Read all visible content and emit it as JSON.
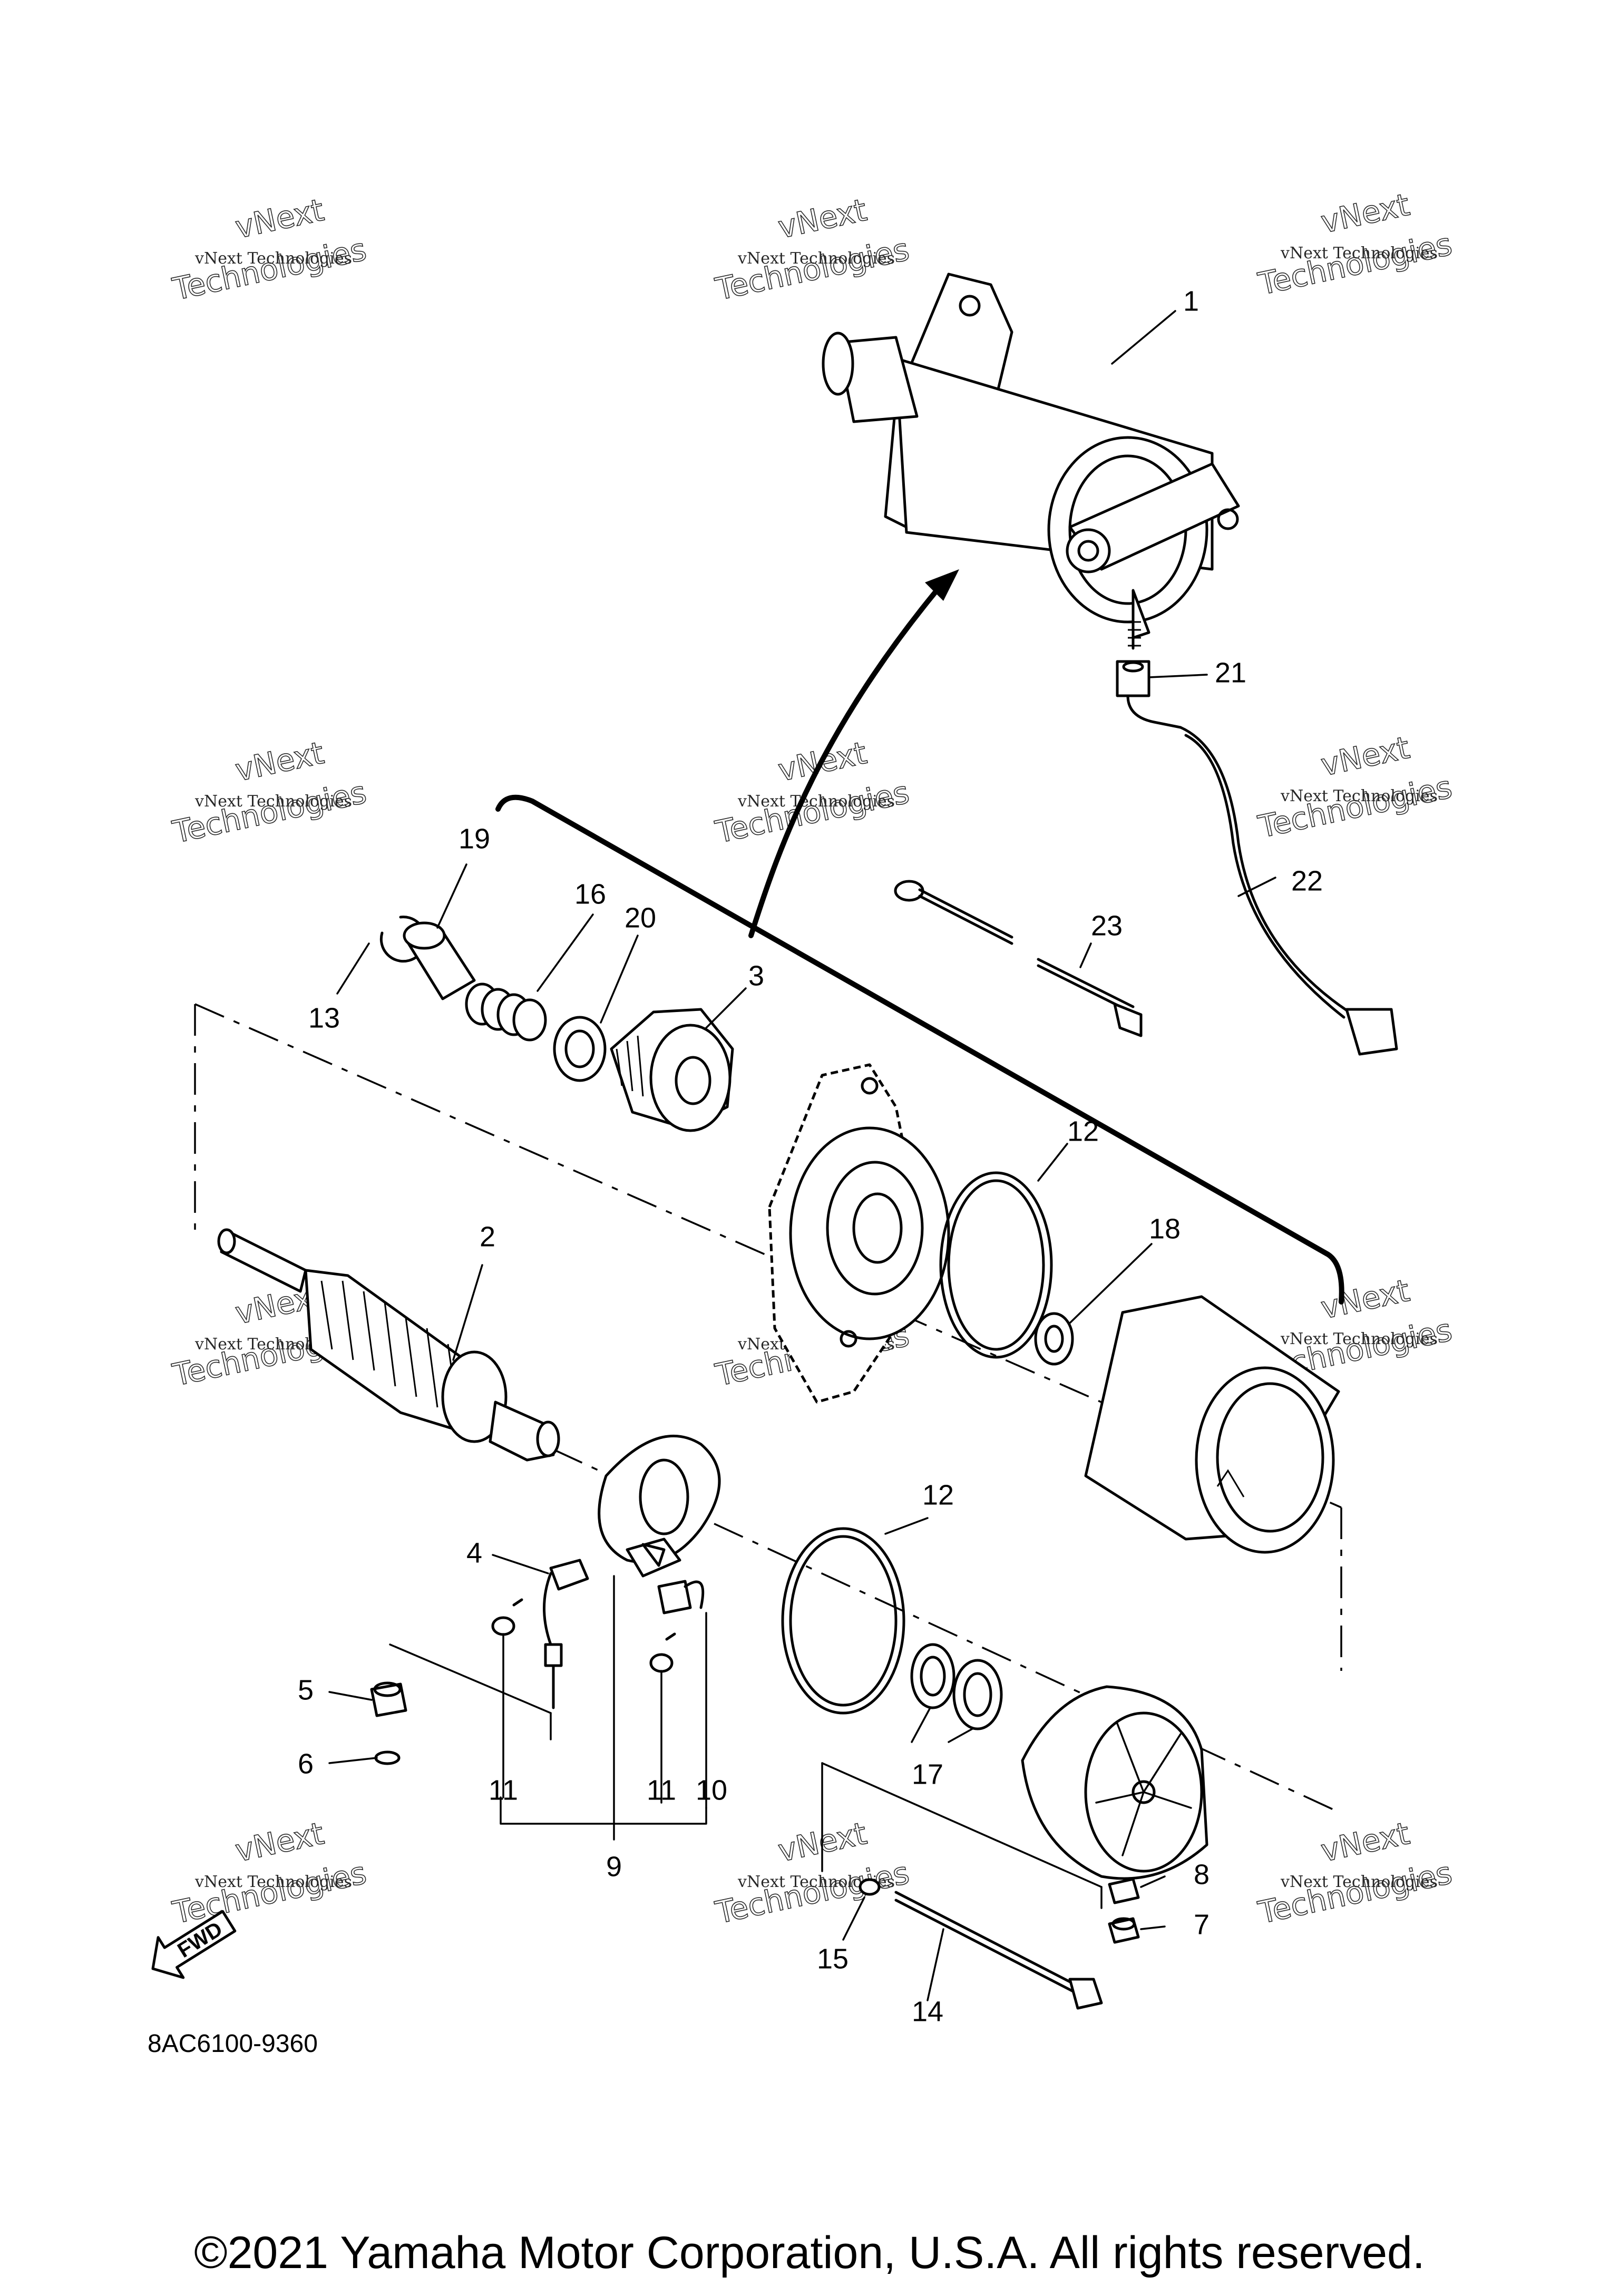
{
  "diagram": {
    "callouts": [
      {
        "id": "n1",
        "text": "1"
      },
      {
        "id": "n2",
        "text": "2"
      },
      {
        "id": "n3",
        "text": "3"
      },
      {
        "id": "n4",
        "text": "4"
      },
      {
        "id": "n5",
        "text": "5"
      },
      {
        "id": "n6",
        "text": "6"
      },
      {
        "id": "n7",
        "text": "7"
      },
      {
        "id": "n8",
        "text": "8"
      },
      {
        "id": "n9",
        "text": "9"
      },
      {
        "id": "n10",
        "text": "10"
      },
      {
        "id": "n11a",
        "text": "11"
      },
      {
        "id": "n11b",
        "text": "11"
      },
      {
        "id": "n12a",
        "text": "12"
      },
      {
        "id": "n12b",
        "text": "12"
      },
      {
        "id": "n13",
        "text": "13"
      },
      {
        "id": "n14",
        "text": "14"
      },
      {
        "id": "n15",
        "text": "15"
      },
      {
        "id": "n16",
        "text": "16"
      },
      {
        "id": "n17",
        "text": "17"
      },
      {
        "id": "n18",
        "text": "18"
      },
      {
        "id": "n19",
        "text": "19"
      },
      {
        "id": "n20",
        "text": "20"
      },
      {
        "id": "n21",
        "text": "21"
      },
      {
        "id": "n22",
        "text": "22"
      },
      {
        "id": "n23",
        "text": "23"
      }
    ],
    "fwd_label": "FWD",
    "watermark": {
      "line1": "vNext Technologies",
      "line2": "Technologies",
      "line3": "vNext"
    }
  },
  "code_label": "8AC6100-9360",
  "copyright": "©2021 Yamaha Motor Corporation, U.S.A. All rights reserved."
}
